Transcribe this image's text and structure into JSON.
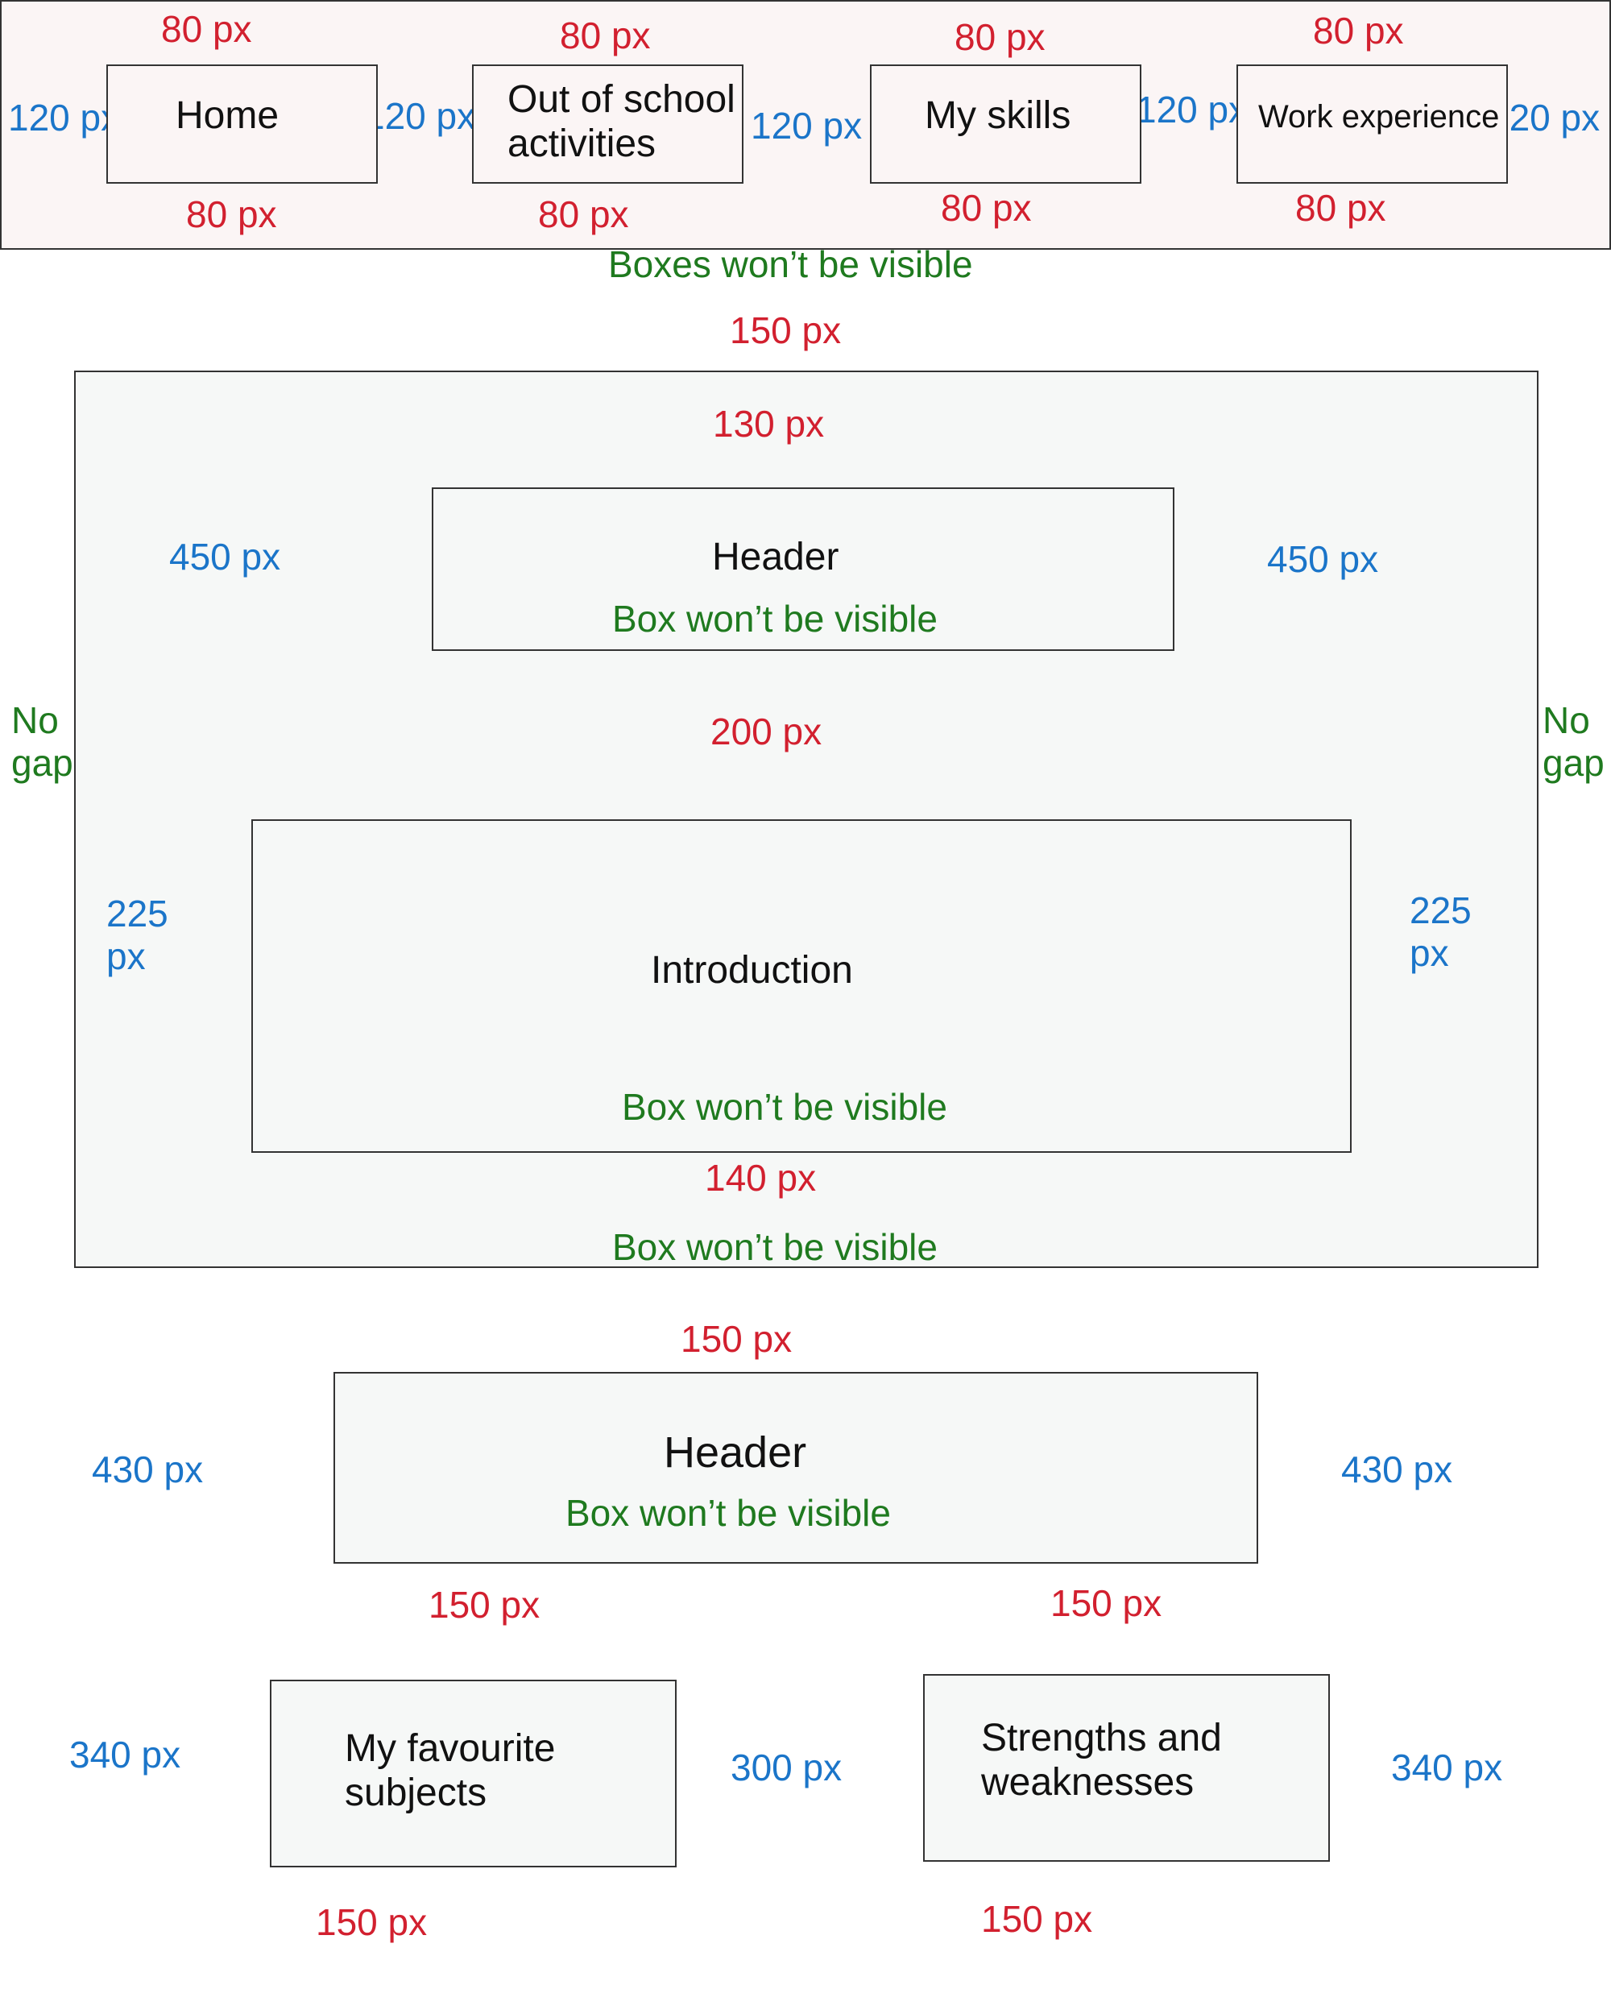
{
  "top_nav": {
    "items": [
      {
        "label": "Home"
      },
      {
        "label": "Out of school activities"
      },
      {
        "label": "My skills"
      },
      {
        "label": "Work experience"
      }
    ],
    "note": "Boxes won’t be visible",
    "spacing": {
      "top_labels": [
        "80 px",
        "80 px",
        "80 px",
        "80 px"
      ],
      "bottom_labels": [
        "80 px",
        "80 px",
        "80 px",
        "80 px"
      ],
      "side_labels": [
        "120 px",
        "120 px",
        "120 px",
        "120 px",
        "120 px"
      ]
    }
  },
  "main_section": {
    "top_margin_label": "150 px",
    "inner_top_label": "130 px",
    "left_margin_label": "450 px",
    "right_margin_label": "450 px",
    "no_gap_left": "No gap",
    "no_gap_right": "No gap",
    "header": {
      "title": "Header",
      "note": "Box won’t be visible"
    },
    "gap_label": "200 px",
    "left_inner_label": "225\npx",
    "right_inner_label": "225\npx",
    "introduction": {
      "title": "Introduction",
      "note": "Box won’t be visible"
    },
    "intro_bottom_label": "140 px",
    "bottom_note": "Box won’t be visible"
  },
  "lower_header_section": {
    "top_label": "150 px",
    "left_label": "430 px",
    "right_label": "430 px",
    "title": "Header",
    "note": "Box won’t be visible",
    "bottom_left_label": "150 px",
    "bottom_right_label": "150 px"
  },
  "bottom_boxes": {
    "left": {
      "left_label": "340 px",
      "title": "My favourite\nsubjects",
      "bottom_label": "150 px"
    },
    "middle_label": "300 px",
    "right": {
      "title": "Strengths and\nweaknesses",
      "right_label": "340 px",
      "bottom_label": "150 px"
    }
  }
}
